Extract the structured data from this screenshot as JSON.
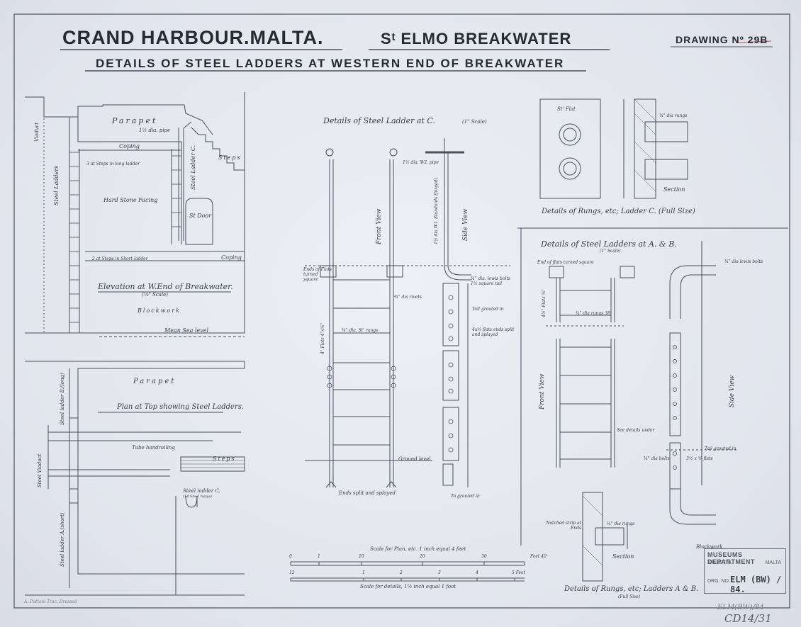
{
  "header": {
    "title_left": "CRAND HARBOUR.MALTA.",
    "title_center": "Sᵗ ELMO BREAKWATER",
    "drawing_label": "DRAWING Nº 29B",
    "subtitle": "DETAILS OF STEEL LADDERS AT WESTERN END OF BREAKWATER"
  },
  "elevation": {
    "parapet": "Parapet",
    "pipe": "1½ dia. pipe",
    "coping": "Coping",
    "steps_label": "Steps",
    "steps_long": "3 at Steps in long ladder",
    "hard_stone": "Hard Stone Facing",
    "steel_ladders": "Steel Ladders",
    "ladder_c": "Steel Ladder C.",
    "door": "St Door",
    "blockwork": "Blockwork",
    "mean_sea": "Mean Sea level",
    "short_ladder": "2 at Steps in Short ladder",
    "caption": "Elevation at W.End of Breakwater.",
    "scale": "(⅛\" Scale)",
    "viaduct": "Viaduct",
    "coping2": "Coping"
  },
  "plan": {
    "parapet": "Parapet",
    "caption": "Plan at Top showing Steel Ladders.",
    "handrail": "Tube handrailing",
    "steps": "Steps",
    "ladder_c": "Steel ladder C.",
    "ladder_c_note": "(14 Steel rungs)",
    "ladder_b": "Steel ladder B.(long)",
    "ladder_a": "Steel ladder A.(short)",
    "viaduct": "Steel Viaduct"
  },
  "ladder_c_detail": {
    "caption": "Details of Steel Ladder at C.",
    "scale": "(1\" Scale)",
    "front_view": "Front View",
    "side_view": "Side View",
    "pipe": "1½ dia. W.I. pipe",
    "ends_flats": "Ends of Flats turned square",
    "flats": "4\" Flats 4\"x⅝\"",
    "rungs": "¾\" dia. St' rungs",
    "rivets": "¾\" dia rivets",
    "tail": "Tail grouted in",
    "flats_split": "4x⅝ flats ends split and splayed",
    "ground": "Ground level",
    "ends_split": "Ends split and splayed",
    "grouted": "To grouted in",
    "bolts": "¾\" dia. lewis bolts 1½ square tail",
    "standards": "1½ dia W.I. Standards (forged)"
  },
  "rungs_c": {
    "flat": "St' Flat",
    "rungs": "¾\" dia rungs",
    "section": "Section",
    "caption": "Details of Rungs, etc; Ladder C. (Full Size)"
  },
  "ladders_ab": {
    "caption": "Details of Steel Ladders at A. & B.",
    "scale": "(1\" Scale)",
    "ends_flats": "End of flats turned square",
    "flats": "4½\" Flats ⅝\"",
    "rungs": "¾\" dia rungs 3ft",
    "front_view": "Front View",
    "side_view": "Side View",
    "lewis_bolts": "¾\" dia lewis bolts",
    "tail_grouted": "Tail grouted in",
    "see_details": "See details under",
    "bolts": "¾\" dia bolts",
    "flats2": "3½ x ⅝ flats"
  },
  "rungs_ab": {
    "notched": "Notched strip at Ends",
    "rungs": "¾\" dia rungs",
    "section": "Section",
    "caption": "Details of Rungs, etc; Ladders A & B.",
    "size": "(Full Size)",
    "blockwork": "Blockwork"
  },
  "scales": {
    "plan_caption": "Scale for Plan, etc. 1 inch equal 4 feet",
    "plan_ticks": [
      "0",
      "1",
      "10",
      "20",
      "30",
      "Feet 40"
    ],
    "detail_caption": "Scale for details, 1½ inch equal 1 foot",
    "detail_ticks": [
      "12",
      "1",
      "2",
      "3",
      "4",
      "5 Feet"
    ]
  },
  "stamp": {
    "line1": "MUSEUMS DEPARTMENT",
    "line2": "VALLETTA",
    "line3": "MALTA",
    "drg_label": "DRG. NO.",
    "drg_value": "ELM (BW) / 84."
  },
  "annotations": {
    "pencil_ref": "ELM(BW)/84",
    "catalogue": "CD14/31",
    "footer_note": "A. Puttoni Trac. Dressed"
  }
}
